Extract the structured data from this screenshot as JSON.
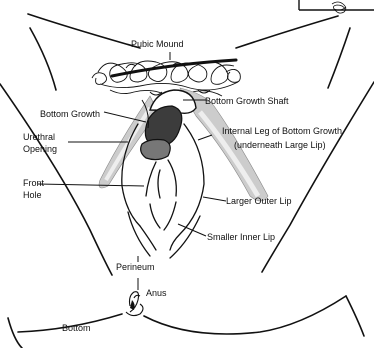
{
  "labels": {
    "pubic_mound": "Pubic Mound",
    "bottom_growth_shaft": "Bottom Growth Shaft",
    "bottom_growth": "Bottom Growth",
    "urethral_opening_line1": "Urethral",
    "urethral_opening_line2": "Opening",
    "internal_leg_line1": "Internal Leg of Bottom Growth",
    "internal_leg_line2": "(underneath Large Lip)",
    "front_hole_line1": "Front",
    "front_hole_line2": "Hole",
    "larger_outer_lip": "Larger Outer Lip",
    "smaller_inner_lip": "Smaller Inner Lip",
    "perineum": "Perineum",
    "anus": "Anus",
    "bottom": "Bottom"
  },
  "colors": {
    "line": "#111111",
    "shaded_leg": "#c9c9c9",
    "shaded_leg_light": "#d8d8d8",
    "growth_shaft": "#444444",
    "growth_tip": "#777777"
  }
}
